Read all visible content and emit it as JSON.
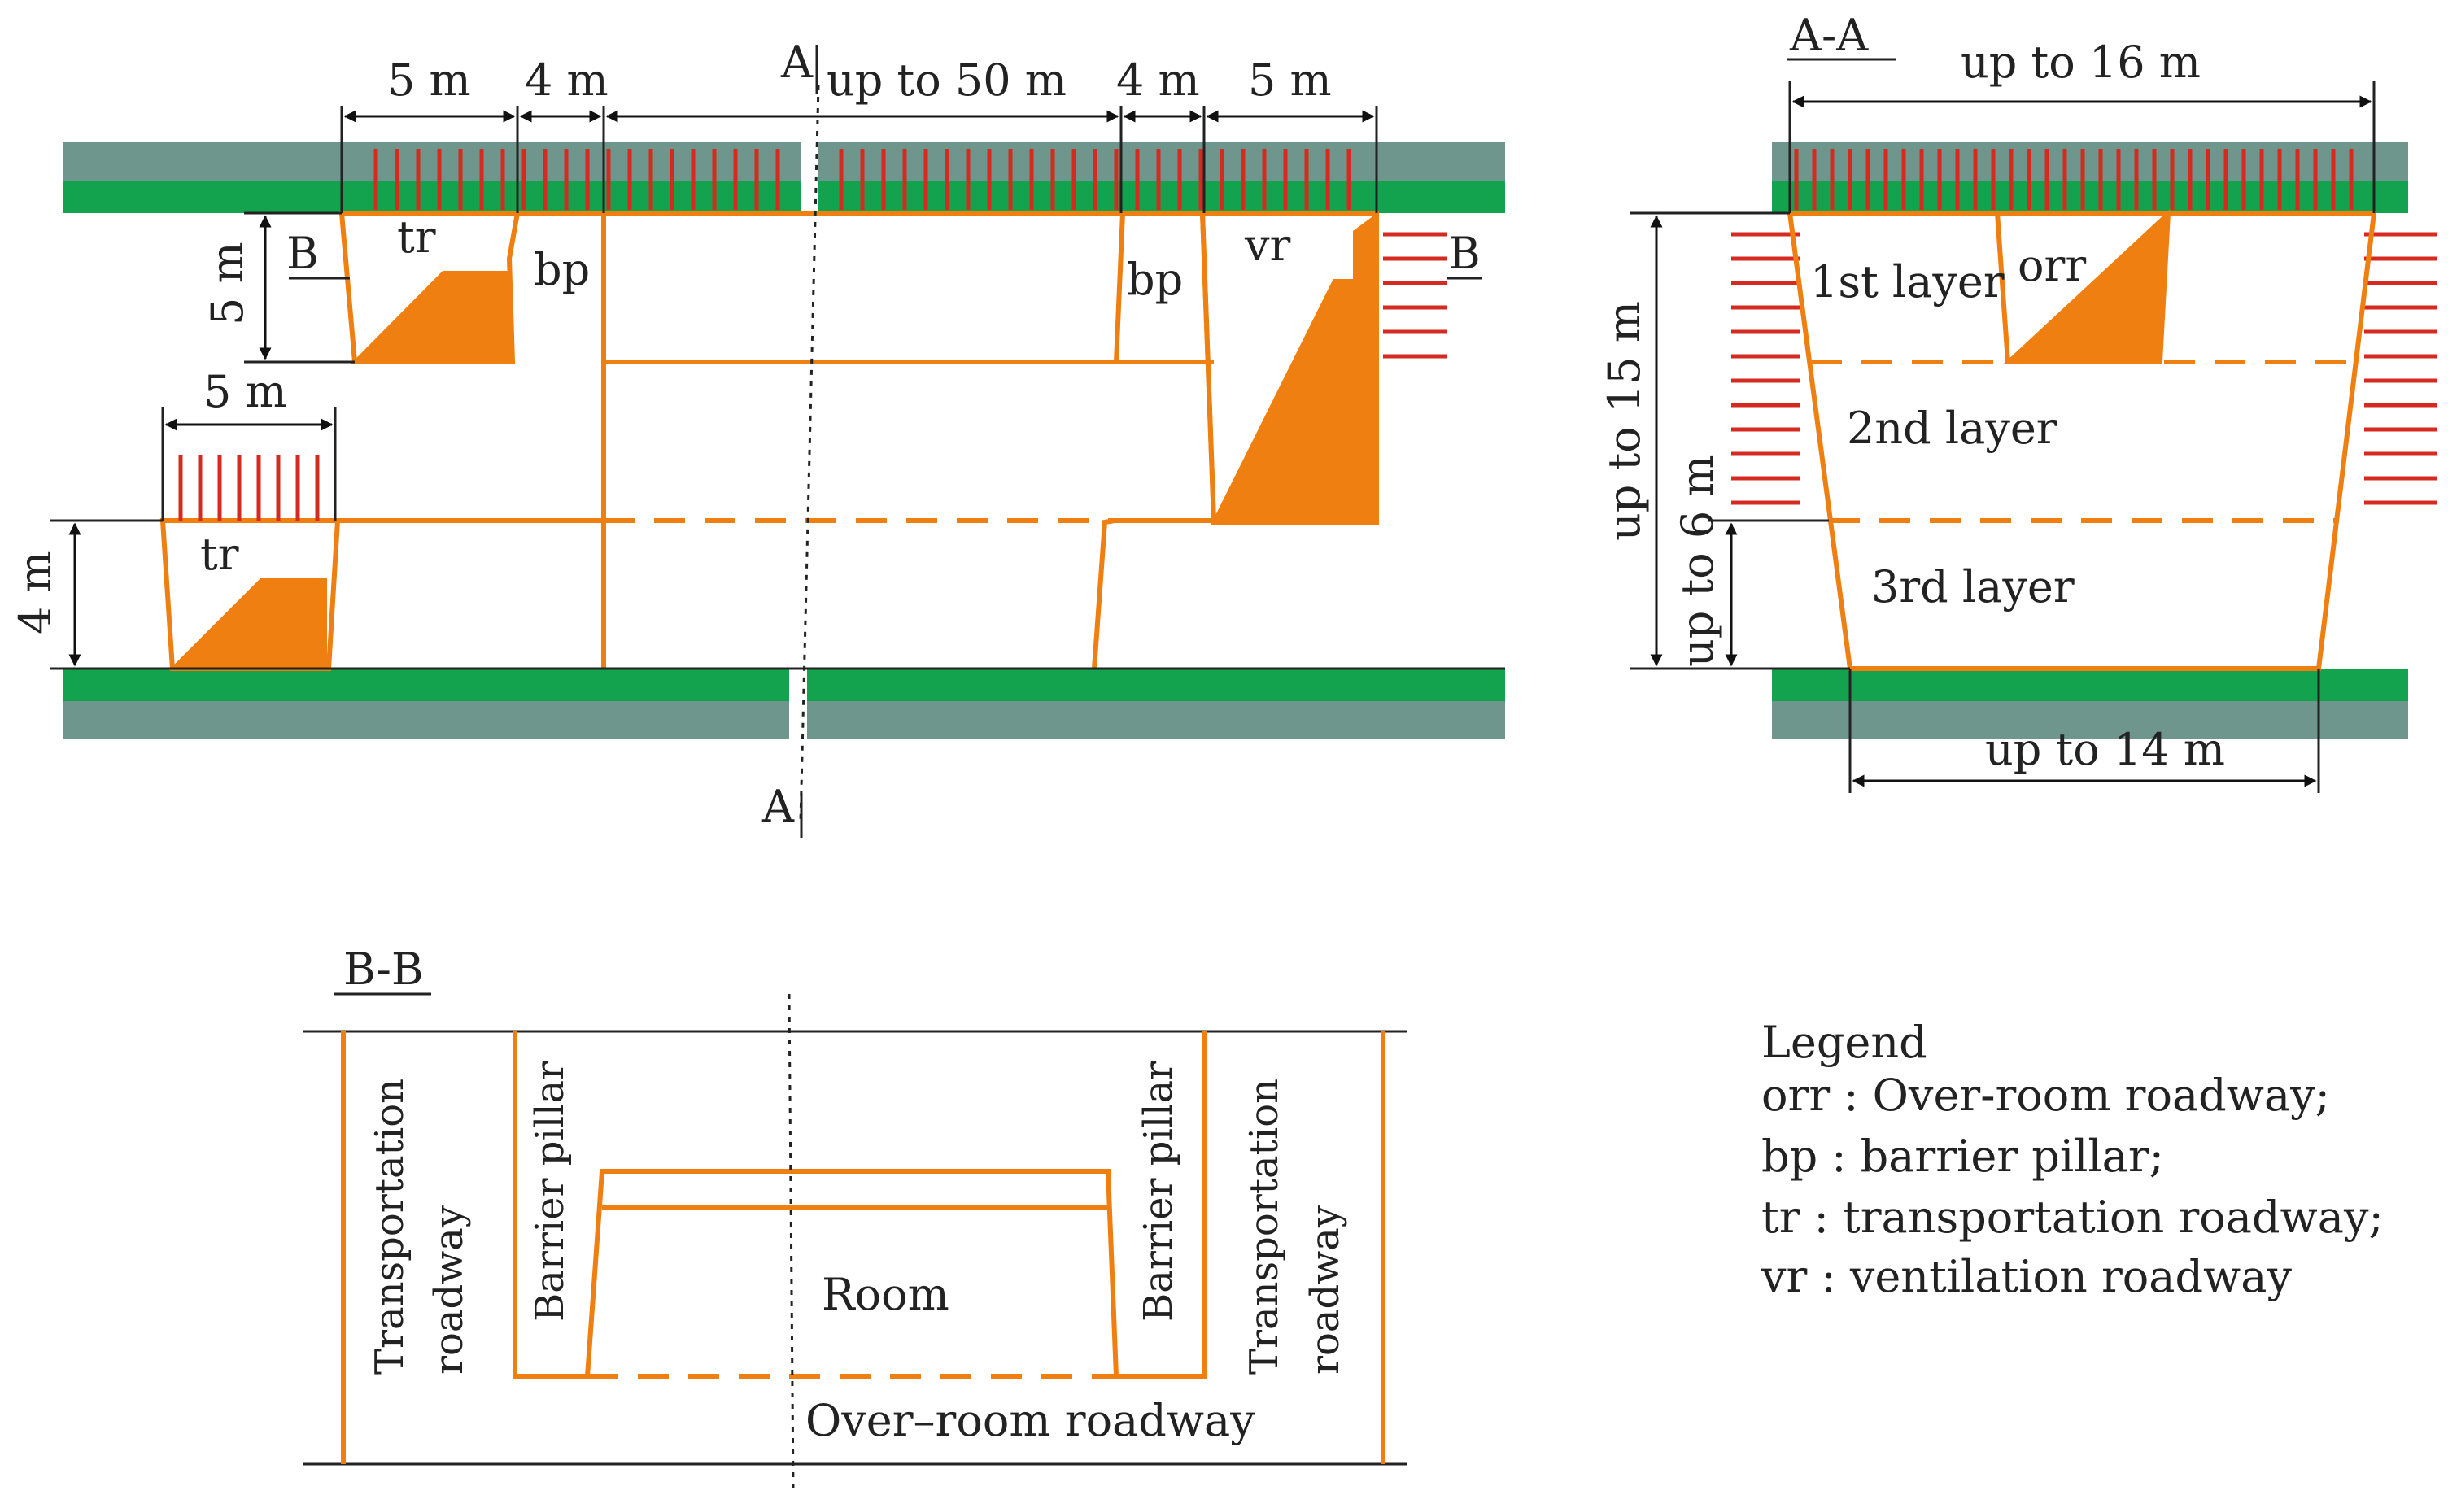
{
  "plan": {
    "dims": {
      "d1": "5 m",
      "d2": "4 m",
      "d3": "up to 50 m",
      "d4": "4 m",
      "d5": "5 m",
      "h1": "5 m",
      "w2": "5 m",
      "h2": "4 m"
    },
    "labels": {
      "tr_upper": "tr",
      "tr_lower": "tr",
      "bp_left": "bp",
      "bp_right": "bp",
      "vr": "vr"
    },
    "section_marks": {
      "a_top": "A",
      "a_bottom": "A",
      "b_left": "B",
      "b_right": "B"
    }
  },
  "section_aa": {
    "title": "A-A",
    "top_width": "up to 16 m",
    "height": "up to 15 m",
    "lower_height": "up to 6 m",
    "bottom_width": "up to 14 m",
    "layers": [
      "1st layer",
      "2nd layer",
      "3rd layer"
    ],
    "orr": "orr"
  },
  "section_bb": {
    "title": "B-B",
    "transport_left": [
      "Transportation",
      "roadway"
    ],
    "barrier_left": "Barrier pillar",
    "room": "Room",
    "barrier_right": "Barrier pillar",
    "transport_right": [
      "Transportation",
      "roadway"
    ],
    "over_room": "Over–room roadway"
  },
  "legend": {
    "title": "Legend",
    "items": [
      "orr : Over-room roadway;",
      "bp : barrier pillar;",
      "tr : transportation roadway;",
      "vr : ventilation roadway"
    ]
  },
  "colors": {
    "rock_gray": "#6e968c",
    "strata_green": "#13a24e",
    "excavation_orange": "#ee7f10",
    "bolt_red": "#d42a1f"
  }
}
